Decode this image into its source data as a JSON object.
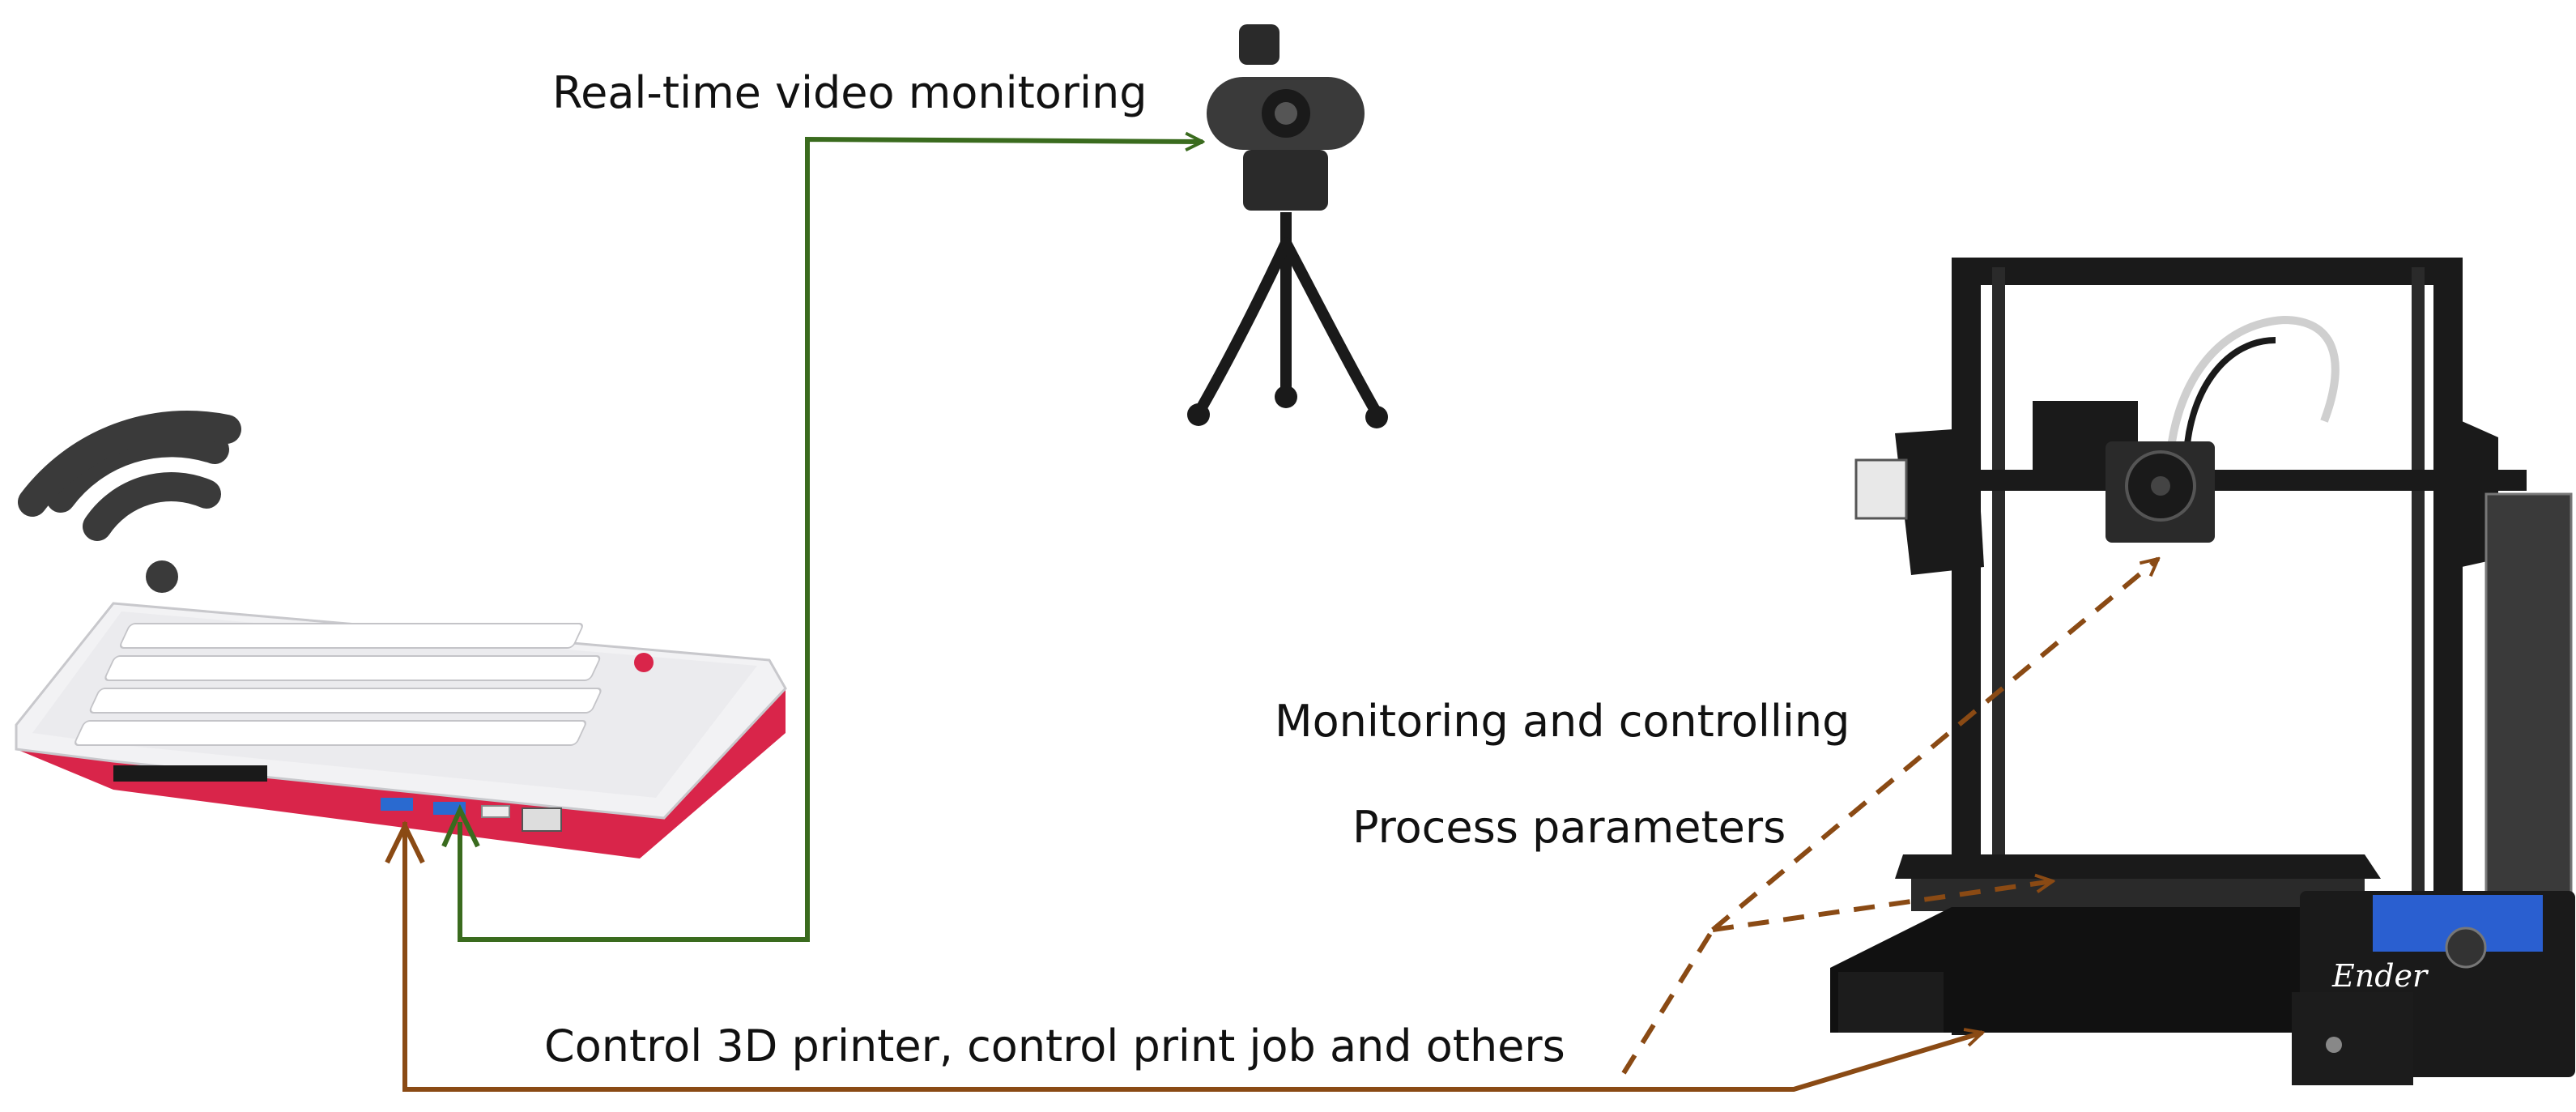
{
  "labels": {
    "video": "Real-time video monitoring",
    "monitoring": "Monitoring and controlling",
    "process": "Process parameters",
    "control": "Control 3D printer, control print job and others"
  },
  "printer_brand": "Ender",
  "colors": {
    "green_arrow": "#3a6b1e",
    "brown_arrow": "#8a4a14",
    "text": "#111111",
    "keyboard_red": "#d9254a",
    "keyboard_white": "#f2f2f4",
    "wifi": "#3a3a3a",
    "frame_black": "#1a1a1a",
    "lcd_blue": "#2a5fd0"
  },
  "icons": [
    "wifi-icon",
    "keyboard-computer-icon",
    "webcam-icon",
    "3d-printer-icon"
  ]
}
